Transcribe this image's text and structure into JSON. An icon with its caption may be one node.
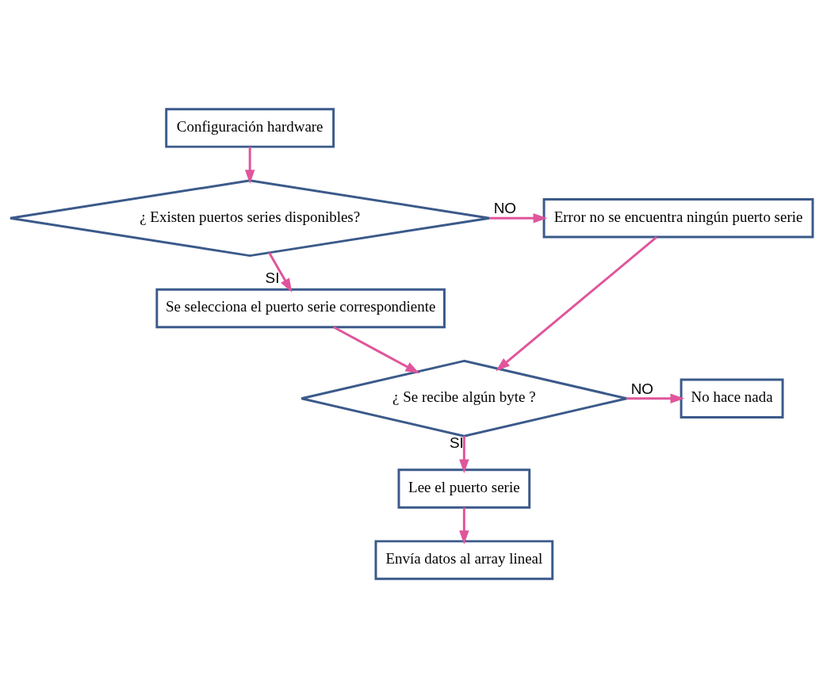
{
  "diagram": {
    "nodes": [
      {
        "text": [
          "Configuración hardware"
        ]
      },
      {
        "text": [
          "¿ Existen puertos series disponibles?"
        ]
      },
      {
        "text": [
          "Error no se encuentra ningún puerto serie"
        ]
      },
      {
        "text": [
          "Se selecciona el puerto serie correspondiente"
        ]
      },
      {
        "text": [
          "¿ Se recibe algún byte ?"
        ]
      },
      {
        "text": [
          "No hace nada"
        ]
      },
      {
        "text": [
          "Lee el puerto serie"
        ]
      },
      {
        "text": [
          "Envía datos al array lineal"
        ]
      }
    ],
    "edges": [
      {
        "from": 0,
        "to": 1,
        "arrow": "to"
      },
      {
        "from": 1,
        "to": 2,
        "arrow": "to",
        "label": "NO"
      },
      {
        "from": 1,
        "to": 3,
        "arrow": "to",
        "label": "SI"
      },
      {
        "from": 2,
        "to": 4,
        "arrow": "to"
      },
      {
        "from": 3,
        "to": 4,
        "arrow": "to"
      },
      {
        "from": 4,
        "to": 5,
        "arrow": "to",
        "label": "NO"
      },
      {
        "from": 4,
        "to": 6,
        "arrow": "to",
        "label": "SI"
      },
      {
        "from": 6,
        "to": 7,
        "arrow": "to"
      }
    ]
  }
}
